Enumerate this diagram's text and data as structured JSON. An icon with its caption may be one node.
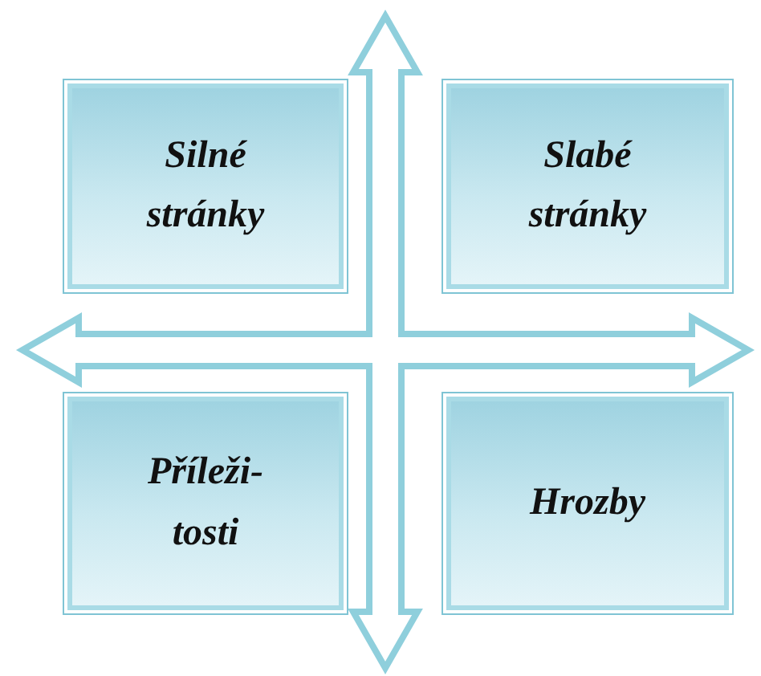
{
  "diagram": {
    "nodes": [
      {
        "text": [
          "Silné stránky"
        ]
      },
      {
        "text": [
          "Slabé stránky"
        ]
      },
      {
        "text": [
          "Příleži- tosti"
        ]
      },
      {
        "text": [
          "Hrozby"
        ]
      }
    ]
  }
}
